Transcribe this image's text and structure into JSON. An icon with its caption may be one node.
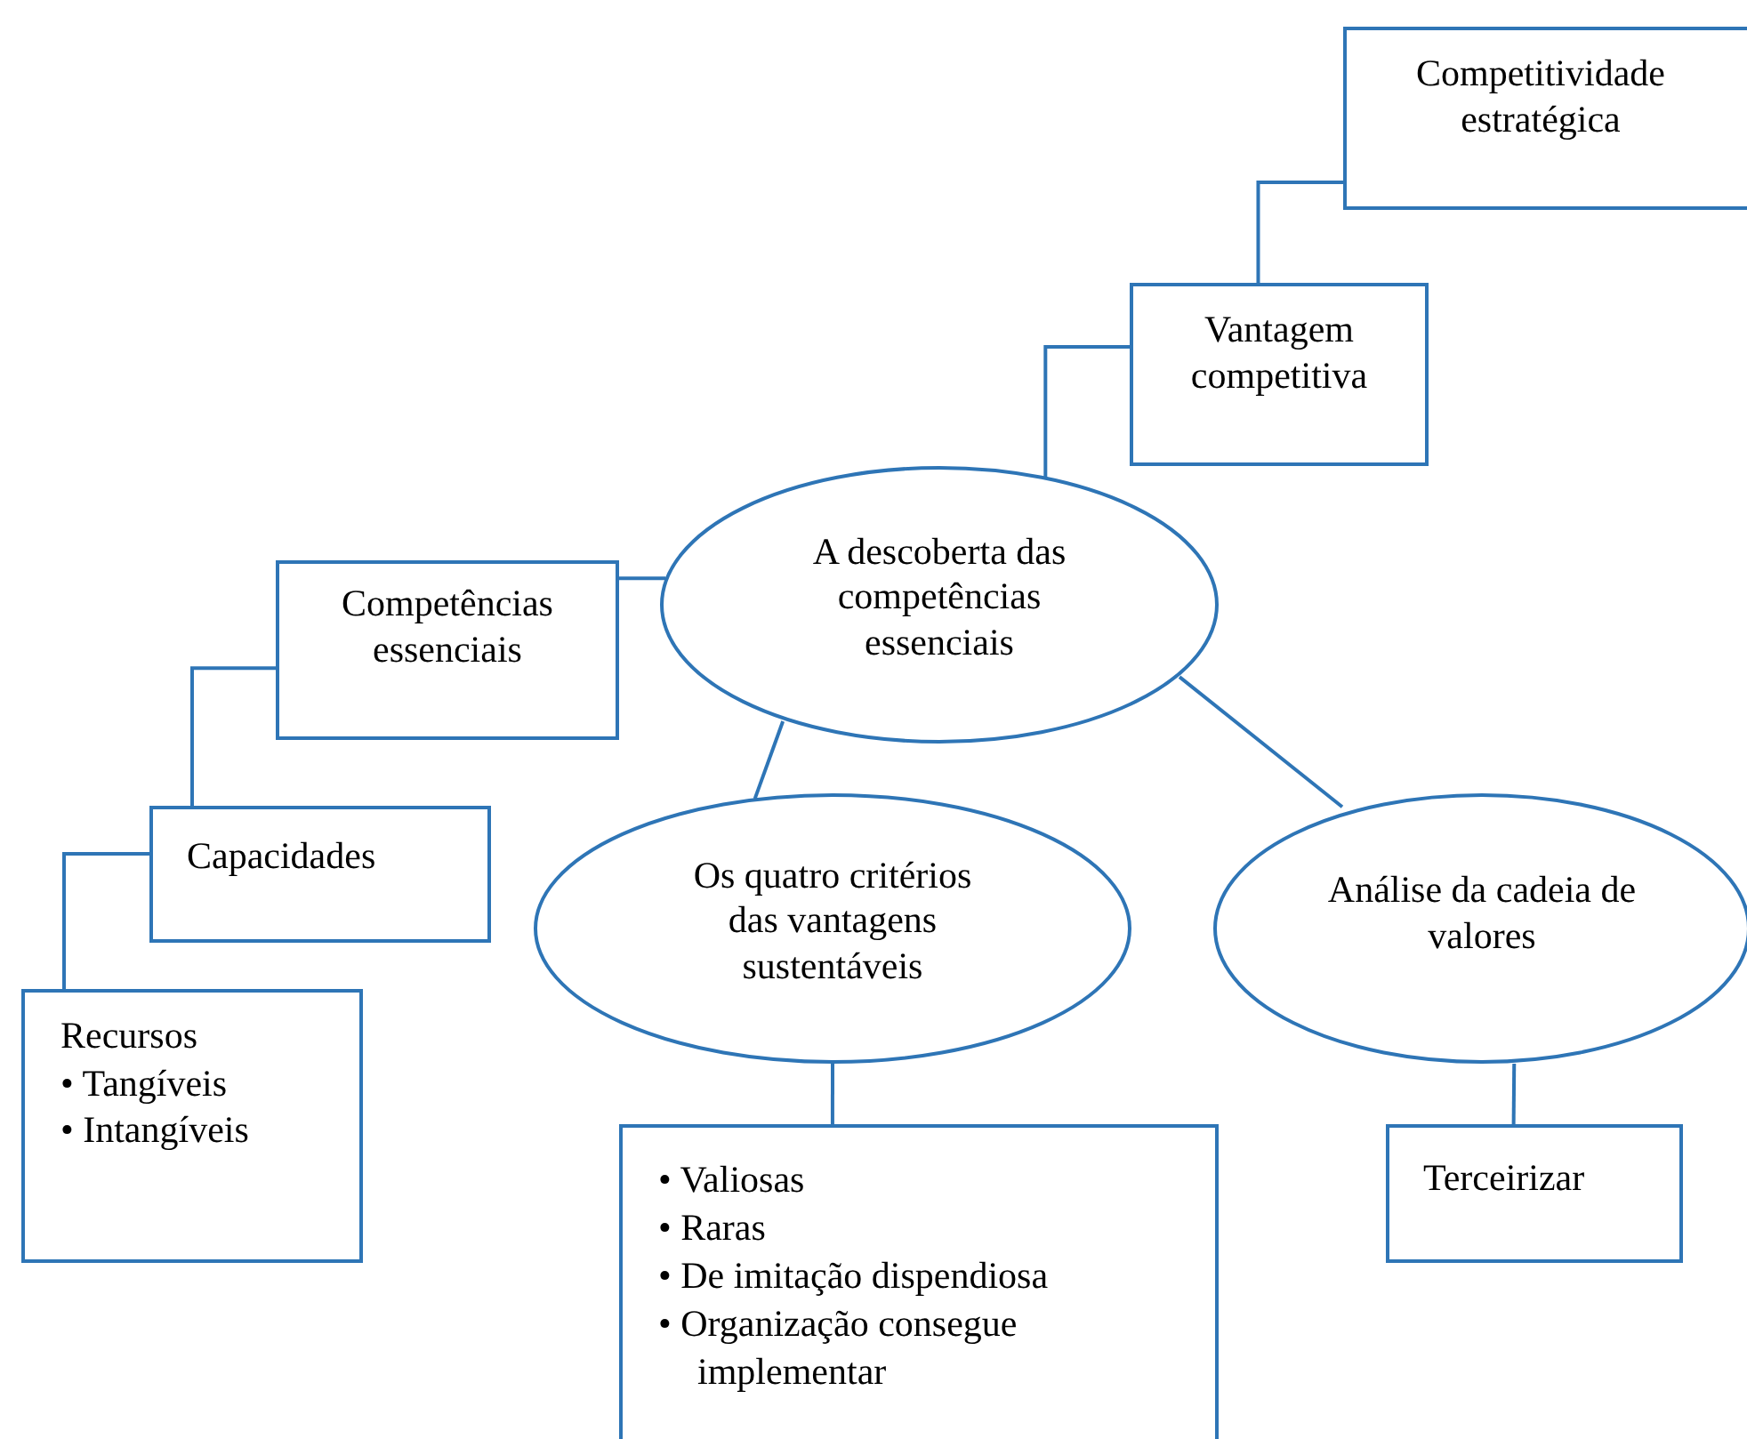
{
  "diagram": {
    "nodes": [
      {
        "text": [
          "Competitividade estratégica"
        ]
      },
      {
        "text": [
          "Vantagem competitiva"
        ]
      },
      {
        "text": [
          "A descoberta das competências essenciais"
        ]
      },
      {
        "text": [
          "Competências essenciais"
        ]
      },
      {
        "text": [
          "Capacidades"
        ]
      },
      {
        "text": [
          "Recursos",
          "• Tangíveis",
          "• Intangíveis"
        ]
      },
      {
        "text": [
          "Os quatro critérios das vantagens sustentáveis"
        ]
      },
      {
        "text": [
          "Análise da cadeia de valores"
        ]
      },
      {
        "text": [
          "• Valiosas",
          "• Raras",
          "• De imitação dispendiosa",
          "• Organização consegue implementar"
        ]
      },
      {
        "text": [
          "Terceirizar"
        ]
      }
    ],
    "edges": [
      {
        "from": 1,
        "to": 0,
        "arrow": "none"
      },
      {
        "from": 2,
        "to": 1,
        "arrow": "none"
      },
      {
        "from": 2,
        "to": 3,
        "arrow": "none"
      },
      {
        "from": 3,
        "to": 4,
        "arrow": "none"
      },
      {
        "from": 4,
        "to": 5,
        "arrow": "none"
      },
      {
        "from": 2,
        "to": 6,
        "arrow": "none"
      },
      {
        "from": 2,
        "to": 7,
        "arrow": "none"
      },
      {
        "from": 6,
        "to": 8,
        "arrow": "none"
      },
      {
        "from": 7,
        "to": 9,
        "arrow": "none"
      }
    ]
  }
}
